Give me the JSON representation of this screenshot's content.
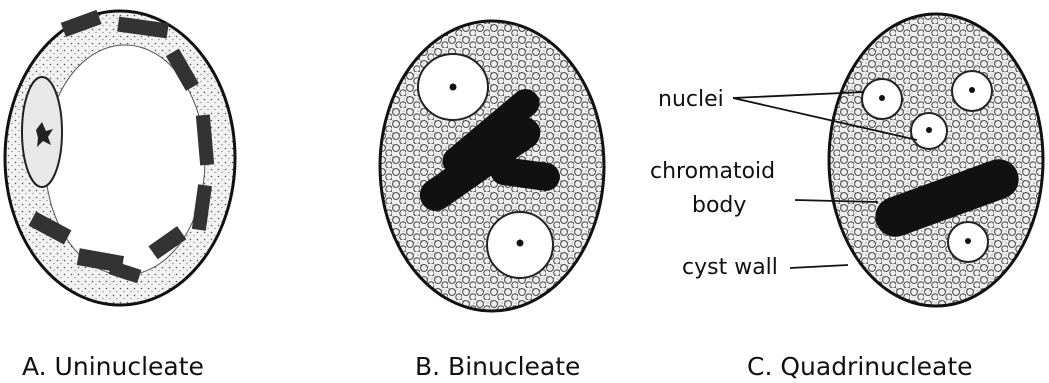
{
  "panels": [
    {
      "caption": "A. Uninucleate"
    },
    {
      "caption": "B. Binucleate"
    },
    {
      "caption": "C. Quadrinucleate"
    }
  ],
  "labels": {
    "nuclei": "nuclei",
    "chromatoid_line1": "chromatoid",
    "chromatoid_line2": "body",
    "cyst_wall": "cyst wall"
  },
  "colors": {
    "ink": "#111111",
    "fill": "#efefef"
  }
}
